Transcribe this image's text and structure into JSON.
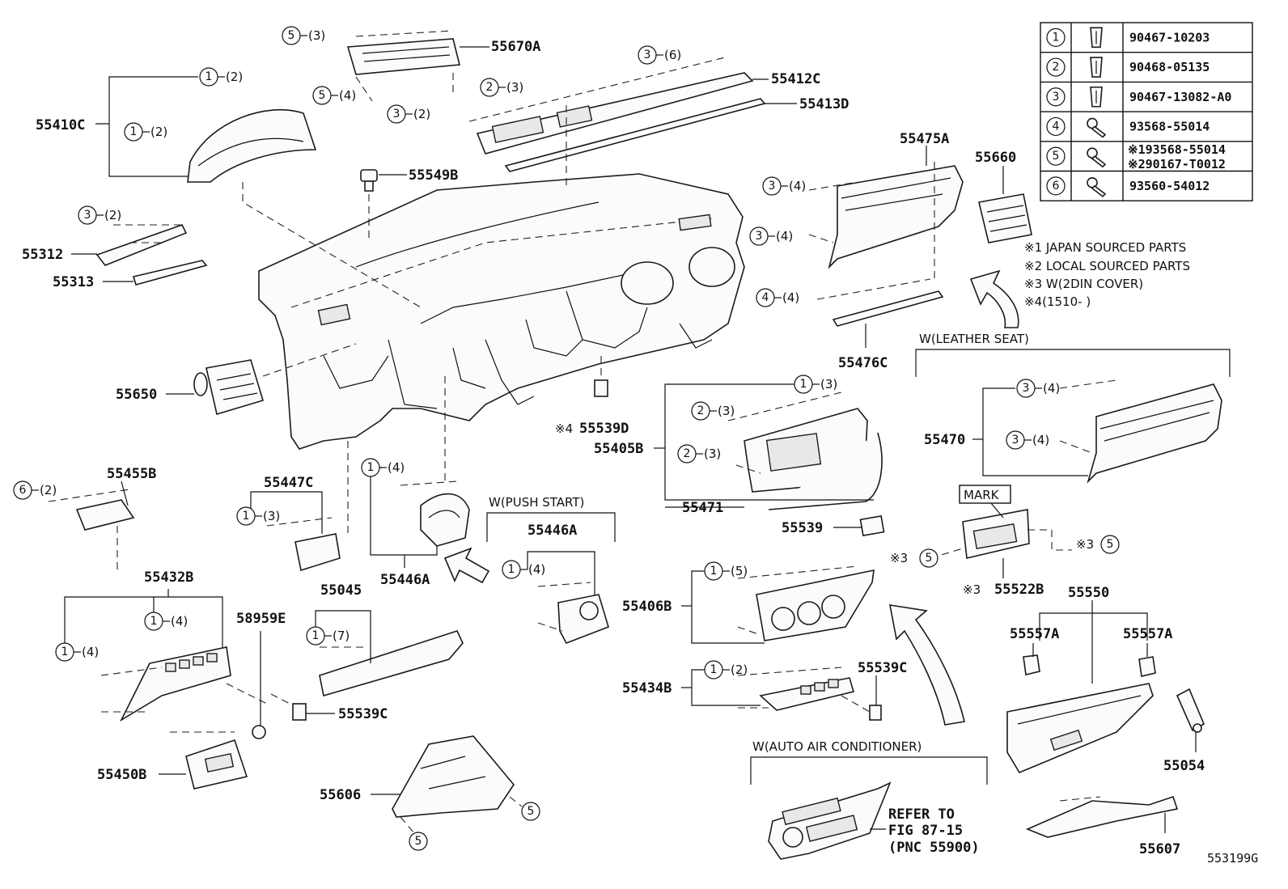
{
  "figure_id": "553199G",
  "part_labels": {
    "p55670A": "55670A",
    "p55412C": "55412C",
    "p55413D": "55413D",
    "p55410C": "55410C",
    "p55549B": "55549B",
    "p55475A": "55475A",
    "p55660": "55660",
    "p55312": "55312",
    "p55313": "55313",
    "p55476C": "55476C",
    "p55650": "55650",
    "p55539D": "55539D",
    "p55405B": "55405B",
    "p55470": "55470",
    "p55455B": "55455B",
    "p55447C": "55447C",
    "p55446A_left": "55446A",
    "p55446A_push": "55446A",
    "p55471": "55471",
    "p55539": "55539",
    "p55432B": "55432B",
    "p55045": "55045",
    "p58959E": "58959E",
    "p55406B": "55406B",
    "p55522B": "55522B",
    "p55550": "55550",
    "p55557A_left": "55557A",
    "p55557A_right": "55557A",
    "p55539C_left": "55539C",
    "p55539C_right": "55539C",
    "p55434B": "55434B",
    "p55450B": "55450B",
    "p55054": "55054",
    "p55606": "55606",
    "p55607": "55607"
  },
  "callouts": {
    "c55670A_top": {
      "n": "5",
      "q": "(3)"
    },
    "c55670A_bot": {
      "n": "5",
      "q": "(4)"
    },
    "c55412C": {
      "n": "3",
      "q": "(6)"
    },
    "c55412C_b": {
      "n": "2",
      "q": "(3)"
    },
    "c55413D": {
      "n": "3",
      "q": "(2)"
    },
    "c55410C_a": {
      "n": "1",
      "q": "(2)"
    },
    "c55410C_b": {
      "n": "1",
      "q": "(2)"
    },
    "c55475A_a": {
      "n": "3",
      "q": "(4)"
    },
    "c55475A_b": {
      "n": "3",
      "q": "(4)"
    },
    "c55476C": {
      "n": "4",
      "q": "(4)"
    },
    "c55312": {
      "n": "3",
      "q": "(2)"
    },
    "c55405B_a": {
      "n": "1",
      "q": "(3)"
    },
    "c55405B_b": {
      "n": "2",
      "q": "(3)"
    },
    "c55405B_c": {
      "n": "2",
      "q": "(3)"
    },
    "c55470_a": {
      "n": "3",
      "q": "(4)"
    },
    "c55470_b": {
      "n": "3",
      "q": "(4)"
    },
    "c55455B": {
      "n": "6",
      "q": "(2)"
    },
    "c55447C": {
      "n": "1",
      "q": "(3)"
    },
    "c55446A_left": {
      "n": "1",
      "q": "(4)"
    },
    "c55446A_push": {
      "n": "1",
      "q": "(4)"
    },
    "c55432B_a": {
      "n": "1",
      "q": "(4)"
    },
    "c55432B_b": {
      "n": "1",
      "q": "(4)"
    },
    "c55045": {
      "n": "1",
      "q": "(7)"
    },
    "c55406B": {
      "n": "1",
      "q": "(5)"
    },
    "c55434B": {
      "n": "1",
      "q": "(2)"
    },
    "c55522B_l": {
      "n": "5",
      "q": ""
    },
    "c55522B_r": {
      "n": "5",
      "q": ""
    },
    "c55606_a": {
      "n": "5",
      "q": ""
    },
    "c55606_b": {
      "n": "5",
      "q": ""
    }
  },
  "notes": {
    "mark": "MARK",
    "leather": "W(LEATHER SEAT)",
    "push": "W(PUSH START)",
    "aircon": "W(AUTO AIR CONDITIONER)",
    "refer1": "REFER TO",
    "refer2": "FIG 87-15",
    "refer3": "(PNC 55900)",
    "note1": "※1 JAPAN SOURCED PARTS",
    "note2": "※2 LOCAL SOURCED PARTS",
    "note3": "※3 W(2DIN COVER)",
    "note4": "※4(1510-    )",
    "mk4": "※4",
    "mk3a": "※3",
    "mk3b": "※3",
    "mk3c": "※3"
  },
  "fastener_table": [
    {
      "no": "1",
      "part": "90467-10203",
      "part2": "",
      "pre1": "",
      "pre2": ""
    },
    {
      "no": "2",
      "part": "90468-05135",
      "part2": "",
      "pre1": "",
      "pre2": ""
    },
    {
      "no": "3",
      "part": "90467-13082-A0",
      "part2": "",
      "pre1": "",
      "pre2": ""
    },
    {
      "no": "4",
      "part": "93568-55014",
      "part2": "",
      "pre1": "",
      "pre2": ""
    },
    {
      "no": "5",
      "part": "93568-55014",
      "part2": "90167-T0012",
      "pre1": "※1",
      "pre2": "※2"
    },
    {
      "no": "6",
      "part": "93560-54012",
      "part2": "",
      "pre1": "",
      "pre2": ""
    }
  ]
}
